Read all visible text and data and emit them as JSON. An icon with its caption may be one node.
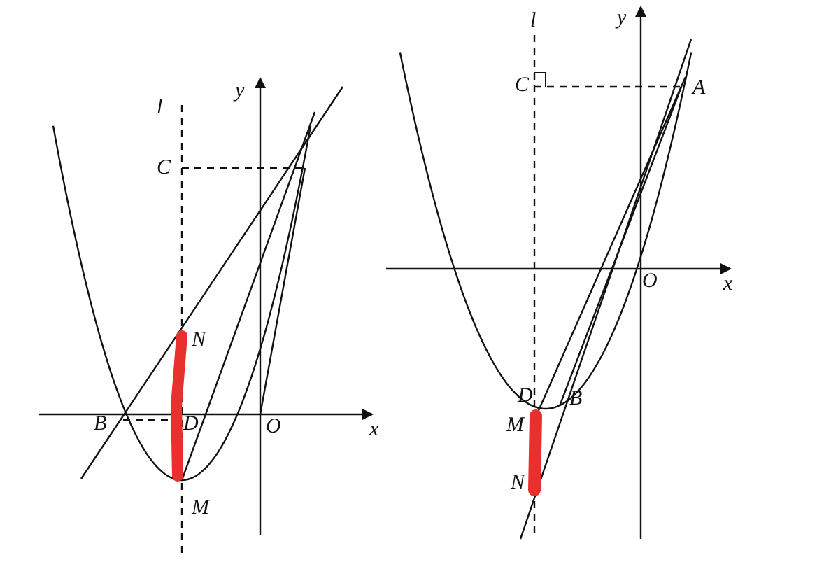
{
  "diagram": {
    "labels": [
      "l",
      "y",
      "C",
      "N",
      "B",
      "D",
      "O",
      "x",
      "M",
      "l",
      "y",
      "C",
      "A",
      "x",
      "O",
      "D",
      "B",
      "M",
      "N"
    ]
  }
}
